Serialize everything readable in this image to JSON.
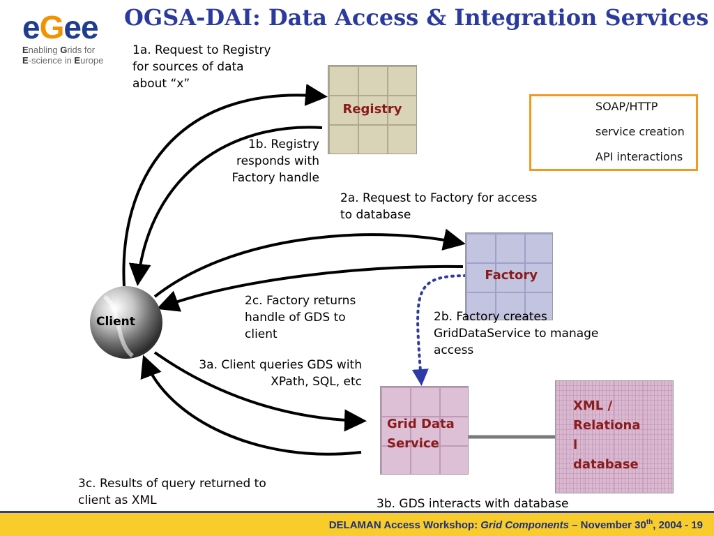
{
  "title": "OGSA-DAI: Data Access & Integration Services",
  "logo": {
    "word_e": "e",
    "word_g": "G",
    "word_ee": "ee",
    "line1_parts": [
      "E",
      "nabling ",
      "G",
      "rids for"
    ],
    "line2_parts": [
      "E",
      "-science in ",
      "E",
      "urope"
    ]
  },
  "nodes": {
    "registry": "Registry",
    "factory": "Factory",
    "client": "Client",
    "gds": [
      "Grid Data",
      "Service"
    ],
    "database": [
      "XML /",
      "Relationa",
      "l",
      "database"
    ]
  },
  "legend": {
    "soap": "SOAP/HTTP",
    "service_creation": "service creation",
    "api": "API interactions"
  },
  "steps": {
    "s1a": [
      "1a. Request to Registry",
      "for sources of data",
      "about “x”"
    ],
    "s1b": [
      "1b. Registry",
      "responds with",
      "Factory handle"
    ],
    "s2a": [
      "2a. Request to Factory for access",
      "to database"
    ],
    "s2b": [
      "2b. Factory creates",
      "GridDataService to manage",
      "access"
    ],
    "s2c": [
      "2c. Factory returns",
      "handle of GDS to",
      "client"
    ],
    "s3a": [
      "3a. Client queries GDS with",
      "XPath, SQL, etc"
    ],
    "s3b": "3b. GDS interacts with database",
    "s3c": [
      "3c. Results of query returned to",
      "client as XML"
    ]
  },
  "footer": {
    "prefix": "DELAMAN Access Workshop: ",
    "italic": "Grid Components",
    "mid": " – November 30",
    "sup": "th",
    "suffix": ", 2004  -  19"
  },
  "colors": {
    "title": "#2b3a9e",
    "legend_border": "#f39a1e",
    "footer_bg": "#f7cc2b",
    "tile_label": "#8b1a1a",
    "dotted_arrow": "#2e3aa8",
    "api_arrow": "#666666"
  }
}
